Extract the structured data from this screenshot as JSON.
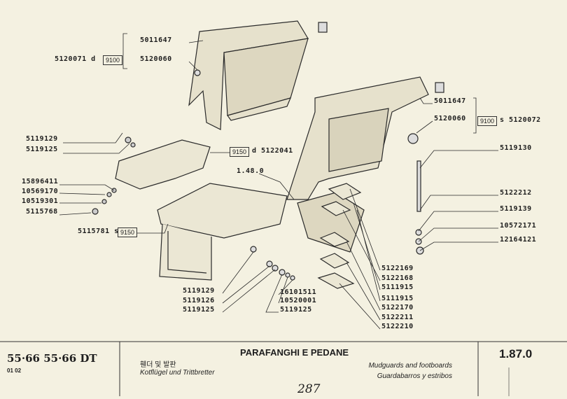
{
  "callouts": {
    "left_top": {
      "p1": "5011647",
      "assembly": "5120071 d",
      "kit": "9100",
      "p2": "5120060"
    },
    "left_plate": {
      "p1": "5119129",
      "p2": "5119125",
      "kit": "9150",
      "assembly": "d 5122041"
    },
    "left_bolts": [
      "15896411",
      "10569170",
      "10519301",
      "5115768"
    ],
    "left_step": {
      "assembly": "5115781 s",
      "kit": "9150"
    },
    "ref": "1.48.0",
    "bottom_left": [
      "5119129",
      "5119126",
      "5119125"
    ],
    "bottom_right": [
      "16101511",
      "10520001",
      "5119125"
    ],
    "right_top": {
      "p1": "5011647",
      "p2": "5120060",
      "kit": "9100",
      "assembly": "s 5120072"
    },
    "right_side": [
      "5119130",
      "5122212",
      "5119139",
      "10572171",
      "12164121"
    ],
    "right_pads": [
      "5122169",
      "5122168",
      "5111915",
      "5111915",
      "5122170",
      "5122211",
      "5122210"
    ]
  },
  "footer": {
    "models": "55·66  55·66 DT",
    "codes": "01 02",
    "title_it": "PARAFANGHI E PEDANE",
    "title_ko": "휀더 및 발판",
    "title_de": "Kotflügel und Trittbretter",
    "title_en": "Mudguards and footboards",
    "title_es": "Guardabarros y estribos",
    "page_ref": "1.87.0",
    "handwritten": "287"
  }
}
